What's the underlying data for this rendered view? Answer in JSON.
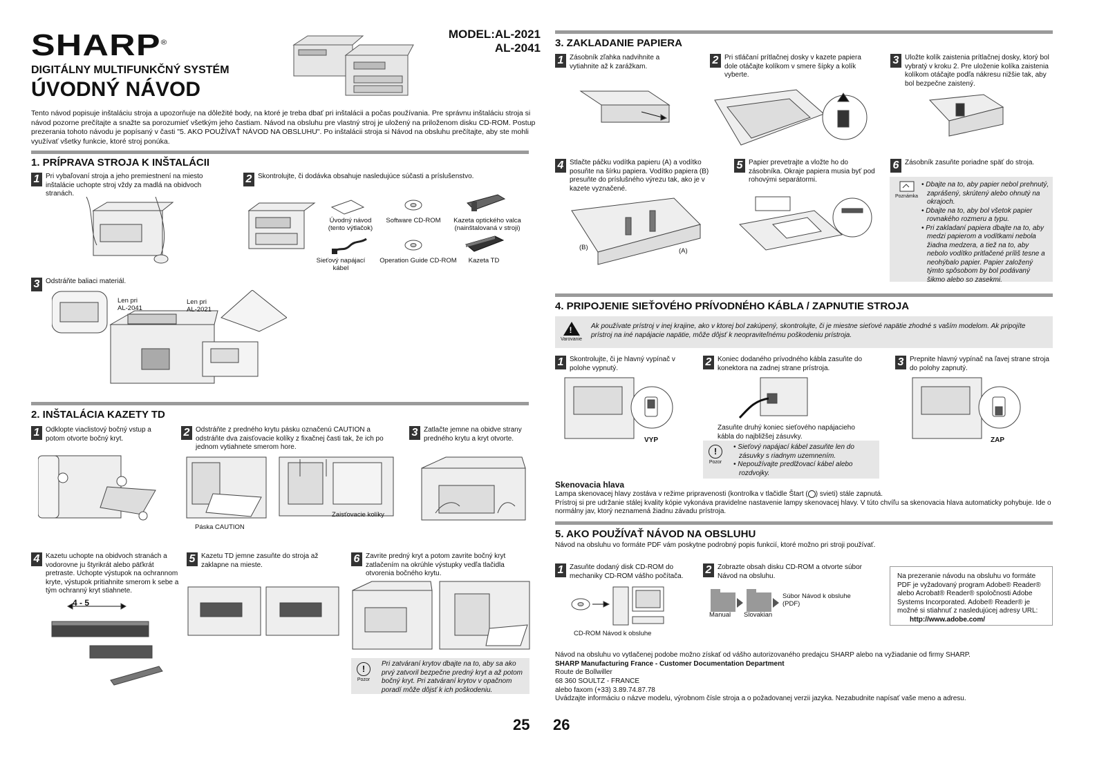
{
  "left": {
    "brand": "SHARP",
    "brand_mark": "®",
    "subtitle": "DIGITÁLNY MULTIFUNKČNÝ SYSTÉM",
    "title": "ÚVODNÝ NÁVOD",
    "model_line1": "MODEL:AL-2021",
    "model_line2": "AL-2041",
    "intro": "Tento návod popisuje inštaláciu stroja a upozorňuje na dôležité body, na ktoré je treba dbať pri inštalácii a počas používania. Pre správnu inštaláciu stroja si návod pozorne prečítajte a snažte sa porozumieť všetkým jeho častiam. Návod na obsluhu pre vlastný stroj je uložený na priloženom disku CD-ROM. Postup prezerania tohoto návodu je popísaný v časti \"5. AKO POUŽÍVAŤ NÁVOD NA OBSLUHU\". Po inštalácii stroja si Návod na obsluhu prečítajte, aby ste mohli využívať všetky funkcie, ktoré stroj ponúka.",
    "s1": {
      "title": "1. PRÍPRAVA STROJA K INŠTALÁCII",
      "step1": "Pri vybaľovaní stroja a jeho premiestnení na miesto inštalácie uchopte stroj vždy za madlá na obidvoch stranách.",
      "step2": "Skontrolujte, či dodávka obsahuje nasledujúce súčasti a príslušenstvo.",
      "items": {
        "manual": "Úvodný návod\n(tento výtlačok)",
        "software_cd": "Software CD-ROM",
        "drum": "Kazeta optického valca\n(nainštalovaná v stroji)",
        "cord": "Sieťový napájací\nkábel",
        "guide_cd": "Operation Guide CD-ROM",
        "td": "Kazeta TD"
      },
      "step3": "Odstráňte baliaci materiál.",
      "label_2041": "Len pri\nAL-2041",
      "label_2021": "Len pri\nAL-2021"
    },
    "s2": {
      "title": "2. INŠTALÁCIA KAZETY TD",
      "step1": "Odklopte viaclistový bočný vstup a potom otvorte bočný kryt.",
      "step2": "Odstráňte z predného krytu pásku označenú CAUTION a odstráňte dva zaisťovacie kolíky z fixačnej časti tak, že ich po jednom vytiahnete smerom hore.",
      "step3": "Zatlačte jemne na obidve strany predného krytu a kryt otvorte.",
      "cap_caution": "Páska CAUTION",
      "cap_pins": "Zaisťovacie kolíky",
      "step4": "Kazetu uchopte na obidvoch stranách a vodorovne ju štyrikrát alebo päťkrát pretraste. Uchopte výstupok na ochrannom kryte, výstupok pritiahnite smerom k sebe a tým ochranný kryt stiahnete.",
      "shake": "4 - 5",
      "step5": "Kazetu TD jemne zasuňte do stroja až zaklapne na mieste.",
      "step6": "Zavrite predný kryt a potom zavrite bočný kryt zatlačením na okrúhle výstupky vedľa tlačidla otvorenia bočného krytu.",
      "caution_label": "Pozor",
      "caution": "Pri zatváraní krytov dbajte na to, aby sa ako prvý zatvoril bezpečne predný kryt a až potom bočný kryt. Pri zatváraní krytov v opačnom poradí môže dôjsť k ich poškodeniu."
    },
    "page": "25"
  },
  "right": {
    "s3": {
      "title": "3. ZAKLADANIE PAPIERA",
      "step1": "Zásobník zľahka nadvihnite a vytiahnite až k zarážkam.",
      "step2": "Pri stláčaní prítlačnej dosky v kazete papiera dole otáčajte kolíkom v smere šípky a kolík vyberte.",
      "step3": "Uložte kolík zaistenia prítlačnej dosky, ktorý bol vybratý v kroku 2. Pre uloženie kolíka zaistenia kolíkom otáčajte podľa nákresu nižšie tak, aby bol bezpečne zaistený.",
      "step4": "Stlačte páčku vodítka papieru (A) a vodítko posuňte na šírku papiera. Vodítko papiera (B) presuňte do príslušného výrezu tak, ako je v kazete vyznačené.",
      "label_b": "(B)",
      "label_a": "(A)",
      "step5": "Papier prevetrajte a vložte ho do zásobníka. Okraje papiera musia byť pod rohovými separátormi.",
      "step6": "Zásobník zasuňte poriadne späť do stroja.",
      "note_label": "Poznámka",
      "notes": [
        "Dbajte na to, aby papier nebol prehnutý, zaprášený, skrútený alebo ohnutý na okrajoch.",
        "Dbajte na to, aby bol všetok papier rovnakého rozmeru a typu.",
        "Pri zakladaní papiera dbajte na to, aby medzi papierom a vodítkami nebola žiadna medzera, a tiež na to, aby nebolo vodítko pritlačené príliš tesne a neohýbalo papier. Papier založený týmto spôsobom by bol podávaný šikmo alebo so zasekmi."
      ]
    },
    "s4": {
      "title": "4. PRIPOJENIE SIEŤOVÉHO PRÍVODNÉHO KÁBLA / ZAPNUTIE STROJA",
      "warning_label": "Varovanie",
      "warning": "Ak používate prístroj v inej krajine, ako v ktorej bol zakúpený, skontrolujte, či je miestne sieťové napätie zhodné s vaším modelom. Ak pripojíte prístroj na iné napájacie napätie, môže dôjsť k neopraviteľnému poškodeniu prístroja.",
      "step1": "Skontrolujte, či je hlavný vypínač v polohe vypnutý.",
      "off": "VYP",
      "step2": "Koniec dodaného prívodného kábla zasuňte do konektora na zadnej strane prístroja.",
      "step2b": "Zasuňte druhý koniec sieťového napájacieho kábla do najbližšej zásuvky.",
      "step3": "Prepnite hlavný vypínač na ľavej strane stroja do polohy zapnutý.",
      "on": "ZAP",
      "caution_label": "Pozor",
      "cautions": [
        "Sieťový napájací kábel zasuňte len do zásuvky s riadnym uzemnením.",
        "Nepoužívajte predlžovací kábel alebo rozdvojky."
      ],
      "scan_title": "Skenovacia hlava",
      "scan_text1": "Lampa skenovacej hlavy zostáva v režime pripravenosti (kontrolka v tlačidle Štart (",
      "scan_text1b": ") svieti) stále zapnutá.",
      "scan_text2": "Prístroj si pre udržanie stálej kvality kópie vykonáva pravidelne nastavenie lampy skenovacej hlavy. V túto chvíľu sa skenovacia hlava automaticky pohybuje. Ide o normálny jav, ktorý neznamená žiadnu závadu prístroja."
    },
    "s5": {
      "title": "5. AKO POUŽÍVAŤ NÁVOD NA OBSLUHU",
      "intro": "Návod na obsluhu vo formáte PDF vám poskytne podrobný popis funkcií, ktoré možno pri stroji používať.",
      "step1": "Zasuňte dodaný disk CD-ROM do mechaniky CD-ROM vášho počítača.",
      "cd_caption": "CD-ROM Návod k obsluhe",
      "step2": "Zobrazte obsah disku CD-ROM a otvorte súbor Návod na obsluhu.",
      "folder1": "Manual",
      "folder2": "Slovakian",
      "file_label": "Súbor Návod k obsluhe\n(PDF)",
      "box": "Na prezeranie návodu na obsluhu vo formáte PDF je vyžadovaný program Adobe® Reader® alebo Acrobat® Reader® spoločnosti Adobe Systems Incorporated. Adobe® Reader® je možné si stiahnuť z nasledujúcej adresy URL:",
      "box_url": "http://www.adobe.com/",
      "footer1": "Návod na obsluhu vo vytlačenej podobe možno získať od vášho autorizovaného predajcu SHARP alebo na vyžiadanie od firmy SHARP.",
      "footer2": "SHARP Manufacturing France - Customer Documentation Department",
      "footer3": "Route de Bollwiller",
      "footer4": "68 360 SOULTZ - FRANCE",
      "footer5": "alebo faxom (+33) 3.89.74.87.78",
      "footer6": "Uvádzajte informáciu o názve modelu, výrobnom čísle stroja a o požadovanej verzii jazyka. Nezabudnite napísať vaše meno a adresu."
    },
    "page": "26"
  },
  "icons": [
    "sharp-logo",
    "copier-illustration",
    "note-icon",
    "warning-triangle-icon",
    "caution-icon",
    "cd-icon",
    "folder-icon",
    "computer-icon",
    "start-button-icon"
  ]
}
